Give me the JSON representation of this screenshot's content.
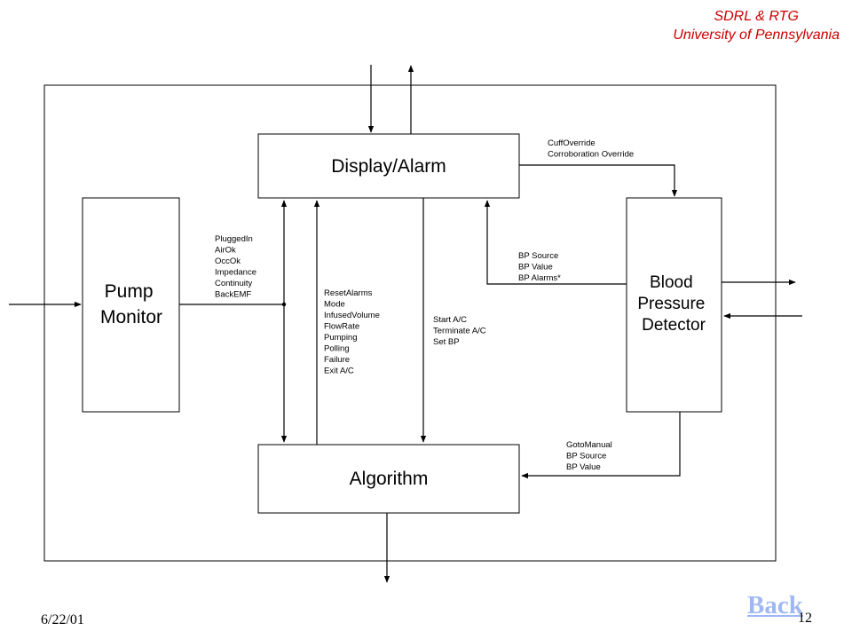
{
  "header": {
    "line1": "SDRL & RTG",
    "line2": "University of Pennsylvania"
  },
  "blocks": {
    "display_alarm": "Display/Alarm",
    "pump_monitor": [
      "Pump",
      "Monitor"
    ],
    "blood_pressure_detector": [
      "Blood",
      "Pressure",
      "Detector"
    ],
    "algorithm": "Algorithm"
  },
  "signals": {
    "cuff_override": [
      "CuffOverride",
      "Corroboration Override"
    ],
    "pump_monitor_out": [
      "PluggedIn",
      "AirOk",
      "OccOk",
      "Impedance",
      "Continuity",
      "BackEMF"
    ],
    "algorithm_to_display": [
      "ResetAlarms",
      "Mode",
      "InfusedVolume",
      "FlowRate",
      "Pumping",
      "Polling",
      "Failure",
      "Exit A/C"
    ],
    "display_to_algorithm": [
      "Start A/C",
      "Terminate A/C",
      "Set BP"
    ],
    "bp_to_display": [
      "BP Source",
      "BP Value",
      "BP Alarms*"
    ],
    "bp_to_algorithm": [
      "GotoManual",
      "BP Source",
      "BP Value"
    ]
  },
  "footer": {
    "date": "6/22/01",
    "page": "12",
    "back": "Back"
  }
}
